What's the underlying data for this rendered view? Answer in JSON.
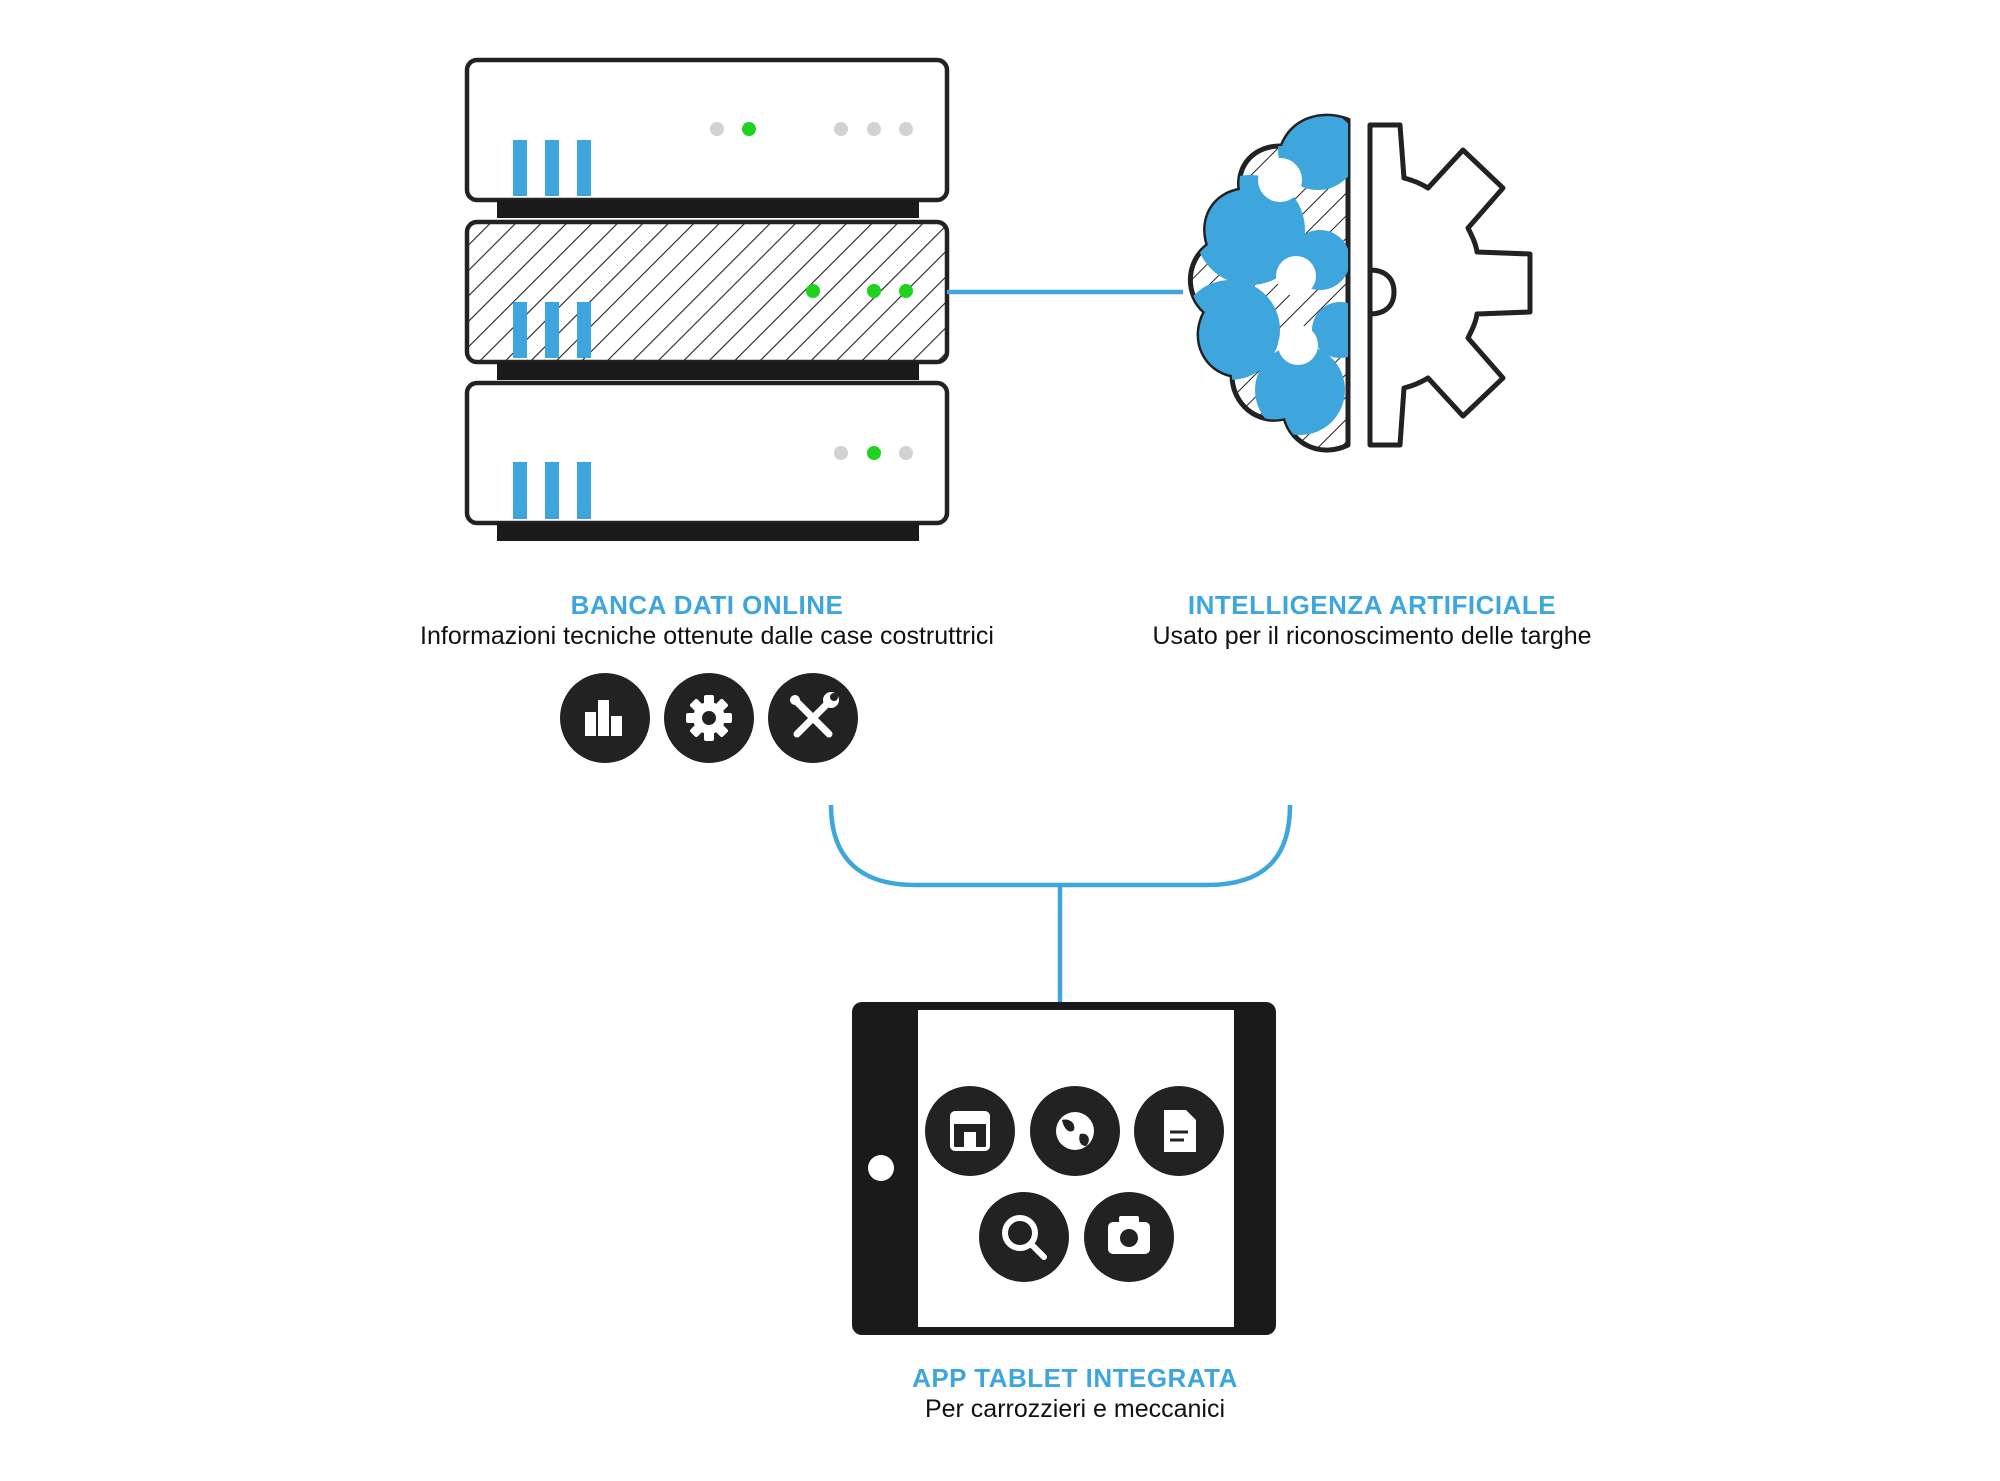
{
  "colors": {
    "accent": "#3fa6dd",
    "dark": "#222222",
    "led_on": "#1fd21f",
    "led_off": "#d2d2d2"
  },
  "database": {
    "title": "BANCA DATI ONLINE",
    "subtitle": "Informazioni tecniche ottenute dalle case costruttrici",
    "icons": [
      "bar-chart-icon",
      "gear-icon",
      "tools-icon"
    ]
  },
  "ai": {
    "title": "INTELLIGENZA ARTIFICIALE",
    "subtitle": "Usato per il riconoscimento delle targhe"
  },
  "tablet": {
    "title": "APP TABLET INTEGRATA",
    "subtitle": "Per carrozzieri e meccanici",
    "icons": [
      "store-icon",
      "globe-icon",
      "document-icon",
      "search-icon",
      "camera-icon"
    ]
  }
}
